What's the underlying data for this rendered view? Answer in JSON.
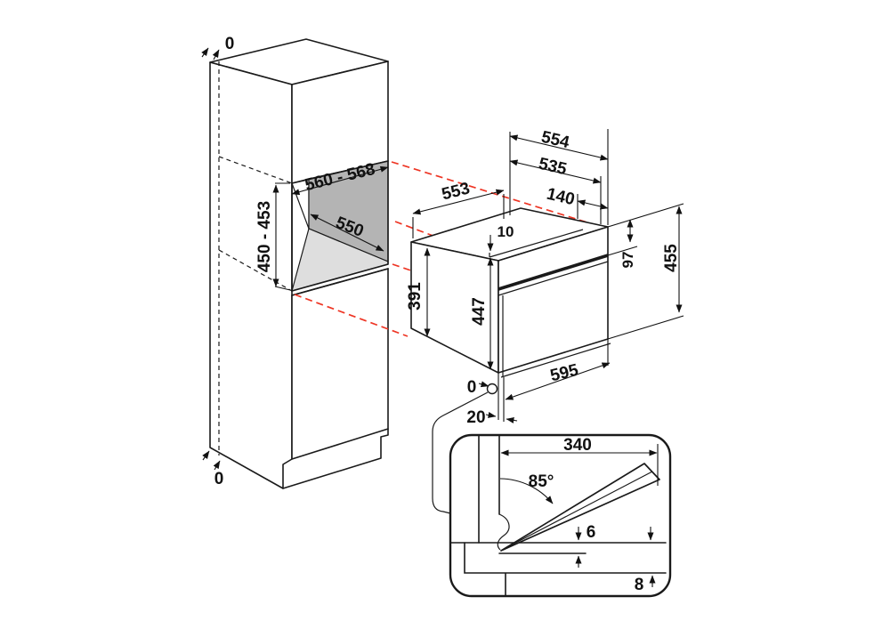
{
  "title": "Built-in compact oven installation dimension diagram",
  "units": "mm",
  "colors": {
    "line": "#1a1a1a",
    "projection_red": "#ee3524",
    "niche_back_wall": "#b4b4b4",
    "niche_floor": "#dedede"
  },
  "cabinet": {
    "wall_gap_top": "0",
    "wall_gap_bottom": "0",
    "niche_width": "560 - 568",
    "niche_height": "450 - 453",
    "niche_depth": "550"
  },
  "oven": {
    "depth": "553",
    "top_width": "554",
    "body_width": "535",
    "rear_box_width": "140",
    "top_step": "10",
    "control_panel_height": "97",
    "total_front_height": "455",
    "body_height": "391",
    "front_height": "447",
    "front_width": "595",
    "bottom_offset": "0",
    "front_protrusion": "20"
  },
  "detail": {
    "door_reach": "340",
    "door_angle": "85°",
    "door_gap": "6",
    "bottom_gap": "8"
  }
}
